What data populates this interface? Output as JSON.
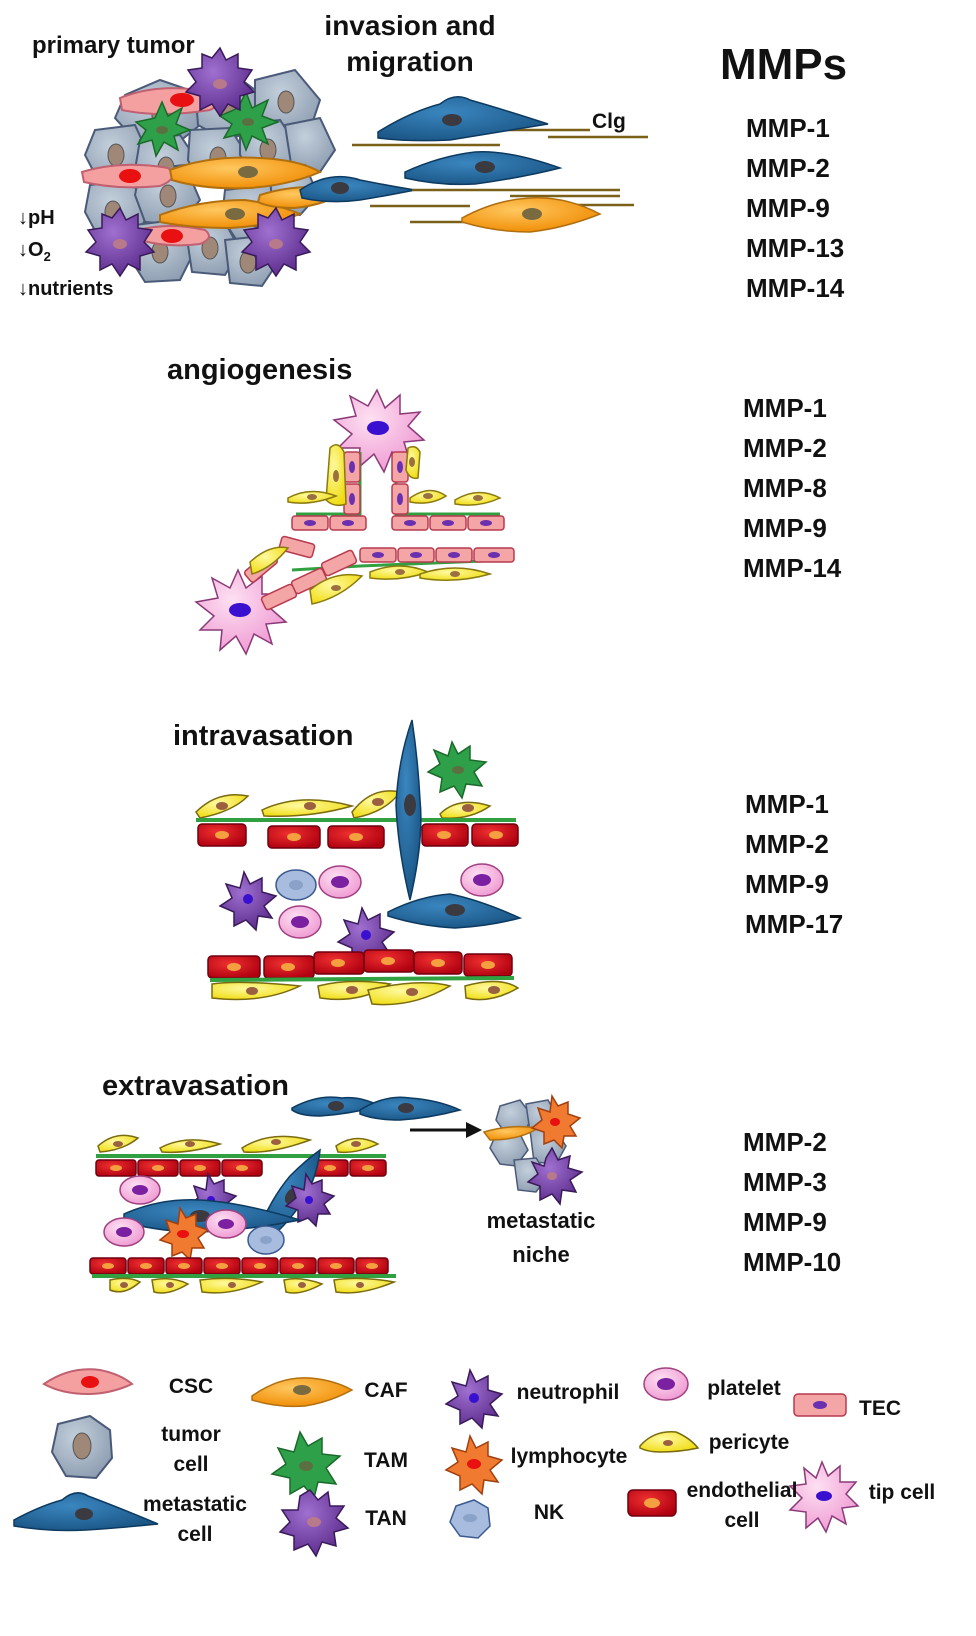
{
  "header": {
    "mmps_title": "MMPs"
  },
  "stages": [
    {
      "title_lines": [
        "invasion and",
        "migration"
      ],
      "mmps": [
        "MMP-1",
        "MMP-2",
        "MMP-9",
        "MMP-13",
        "MMP-14"
      ]
    },
    {
      "title": "angiogenesis",
      "mmps": [
        "MMP-1",
        "MMP-2",
        "MMP-8",
        "MMP-9",
        "MMP-14"
      ]
    },
    {
      "title": "intravasation",
      "mmps": [
        "MMP-1",
        "MMP-2",
        "MMP-9",
        "MMP-17"
      ]
    },
    {
      "title": "extravasation",
      "mmps": [
        "MMP-2",
        "MMP-3",
        "MMP-9",
        "MMP-10"
      ]
    }
  ],
  "primary_tumor": {
    "label": "primary tumor",
    "conditions": [
      {
        "arrow": "↓",
        "text": "pH",
        "sub": ""
      },
      {
        "arrow": "↓",
        "text": "O",
        "sub": "2"
      },
      {
        "arrow": "↓",
        "text": "nutrients",
        "sub": ""
      }
    ]
  },
  "collagen_label": "Clg",
  "metastatic_niche_lines": [
    "metastatic",
    "niche"
  ],
  "legend": [
    {
      "key": "csc",
      "lines": [
        "CSC"
      ],
      "color": "#f7a0a0"
    },
    {
      "key": "tumor-cell",
      "lines": [
        "tumor",
        "cell"
      ],
      "color": "#9aaabb"
    },
    {
      "key": "metastatic-cell",
      "lines": [
        "metastatic",
        "cell"
      ],
      "color": "#1f6494"
    },
    {
      "key": "caf",
      "lines": [
        "CAF"
      ],
      "color": "#f5a21a"
    },
    {
      "key": "tam",
      "lines": [
        "TAM"
      ],
      "color": "#2fa04a"
    },
    {
      "key": "tan",
      "lines": [
        "TAN"
      ],
      "color": "#7a3fa0"
    },
    {
      "key": "neutrophil",
      "lines": [
        "neutrophil"
      ],
      "color": "#8a3a78"
    },
    {
      "key": "lymphocyte",
      "lines": [
        "lymphocyte"
      ],
      "color": "#f07a30"
    },
    {
      "key": "nk",
      "lines": [
        "NK"
      ],
      "color": "#9ab4de"
    },
    {
      "key": "platelet",
      "lines": [
        "platelet"
      ],
      "color": "#f2b6da"
    },
    {
      "key": "pericyte",
      "lines": [
        "pericyte"
      ],
      "color": "#f6ea1e"
    },
    {
      "key": "endothelial-cell",
      "lines": [
        "endothelial",
        "cell"
      ],
      "color": "#cc1020"
    },
    {
      "key": "tec",
      "lines": [
        "TEC"
      ],
      "color": "#f4a5a5"
    },
    {
      "key": "tip-cell",
      "lines": [
        "tip cell"
      ],
      "color": "#f2a0dc"
    }
  ]
}
